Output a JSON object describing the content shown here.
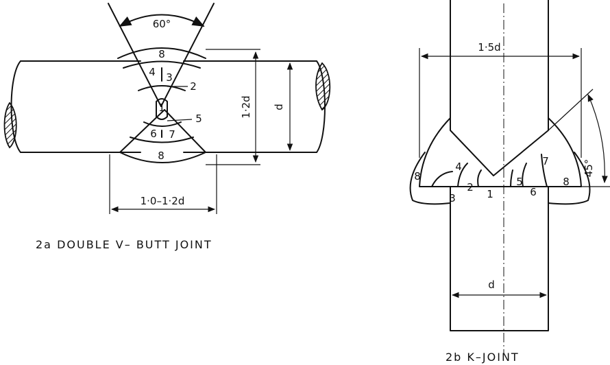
{
  "left_figure": {
    "angle_label": "60°",
    "height_label": "1·2d",
    "diameter_label": "d",
    "length_label": "1·0–1·2d",
    "weld_runs": [
      "8",
      "4",
      "3",
      "2",
      "1",
      "5",
      "6",
      "7",
      "8"
    ],
    "caption": "2a  DOUBLE V– BUTT JOINT"
  },
  "right_figure": {
    "width_label": "1·5d",
    "angle_label": "45°",
    "diameter_label": "d",
    "weld_runs": [
      "8",
      "4",
      "3",
      "2",
      "1",
      "5",
      "6",
      "7",
      "8"
    ],
    "caption": "2b  K–JOINT"
  }
}
